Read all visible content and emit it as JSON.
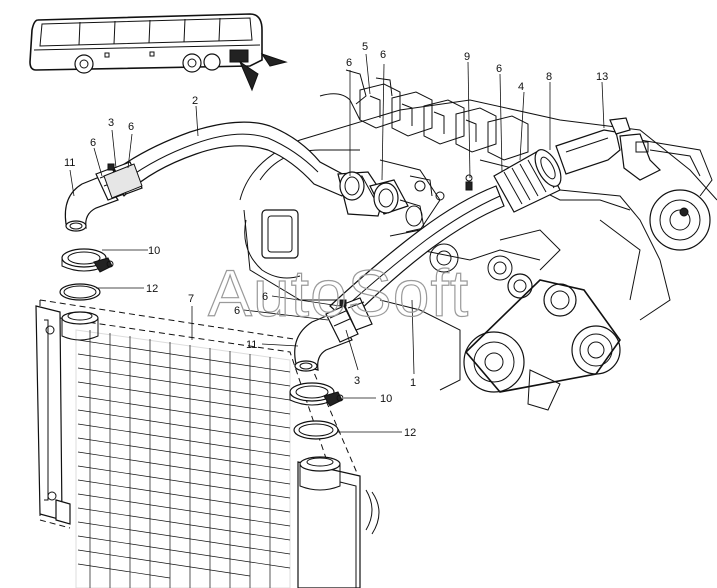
{
  "watermark": "AutoSoft",
  "callouts": {
    "c1": "1",
    "c2": "2",
    "c3a": "3",
    "c3b": "3",
    "c4": "4",
    "c5": "5",
    "c6a": "6",
    "c6b": "6",
    "c6c": "6",
    "c6d": "6",
    "c6e": "6",
    "c6f": "6",
    "c6g": "6",
    "c7": "7",
    "c8": "8",
    "c9": "9",
    "c10a": "10",
    "c10b": "10",
    "c11a": "11",
    "c11b": "11",
    "c12a": "12",
    "c12b": "12",
    "c13": "13"
  },
  "icons": {
    "bus": "bus-location-icon",
    "pointer": "arrow-pointer-icon"
  }
}
